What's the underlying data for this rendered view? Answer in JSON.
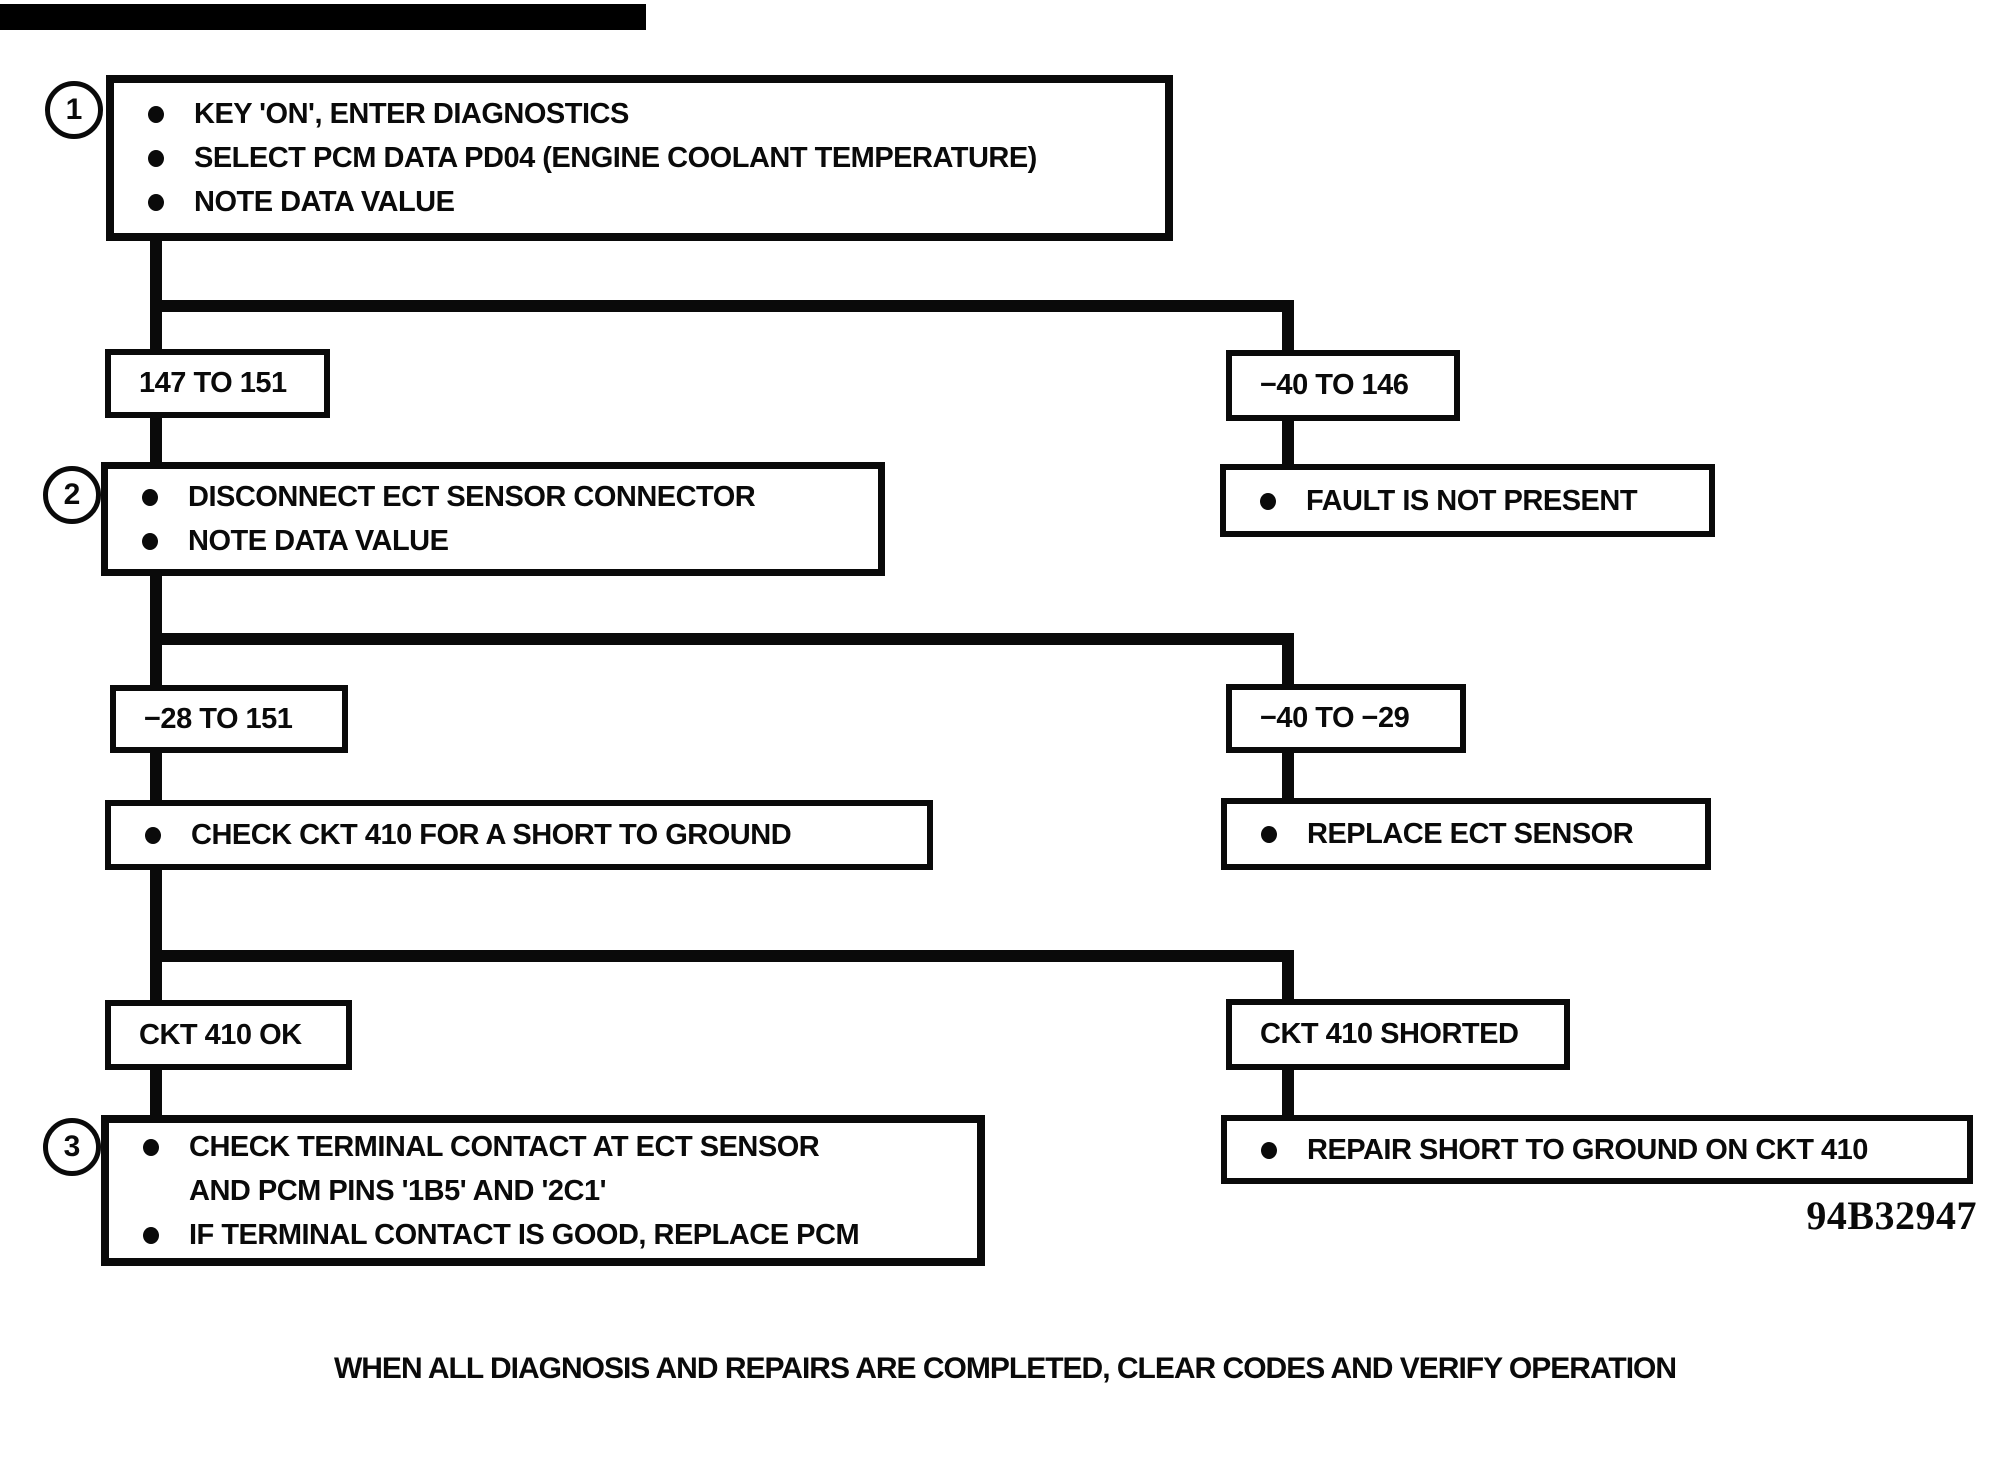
{
  "flow": {
    "step1": {
      "num": "1",
      "b1": "KEY 'ON', ENTER DIAGNOSTICS",
      "b2": "SELECT PCM DATA PD04 (ENGINE COOLANT TEMPERATURE)",
      "b3": "NOTE DATA VALUE"
    },
    "branch1_left": "147 TO 151",
    "branch1_right": "−40 TO 146",
    "step2": {
      "num": "2",
      "b1": "DISCONNECT ECT SENSOR CONNECTOR",
      "b2": "NOTE DATA VALUE"
    },
    "fault_not_present": "FAULT IS NOT PRESENT",
    "branch2_left": "−28 TO 151",
    "branch2_right": "−40 TO −29",
    "check_ckt": "CHECK CKT 410 FOR A SHORT TO GROUND",
    "replace_ect": "REPLACE ECT SENSOR",
    "branch3_left": "CKT 410 OK",
    "branch3_right": "CKT 410 SHORTED",
    "step3": {
      "num": "3",
      "b1a": "CHECK TERMINAL CONTACT AT ECT SENSOR",
      "b1b": "AND PCM PINS '1B5' AND '2C1'",
      "b2": "IF TERMINAL CONTACT IS GOOD, REPLACE PCM"
    },
    "repair_short": "REPAIR SHORT TO GROUND ON CKT 410",
    "figure_code": "94B32947",
    "footer": "WHEN ALL DIAGNOSIS AND REPAIRS ARE COMPLETED, CLEAR CODES AND VERIFY OPERATION"
  },
  "colors": {
    "ink": "#0a0a0a",
    "paper": "#ffffff"
  }
}
